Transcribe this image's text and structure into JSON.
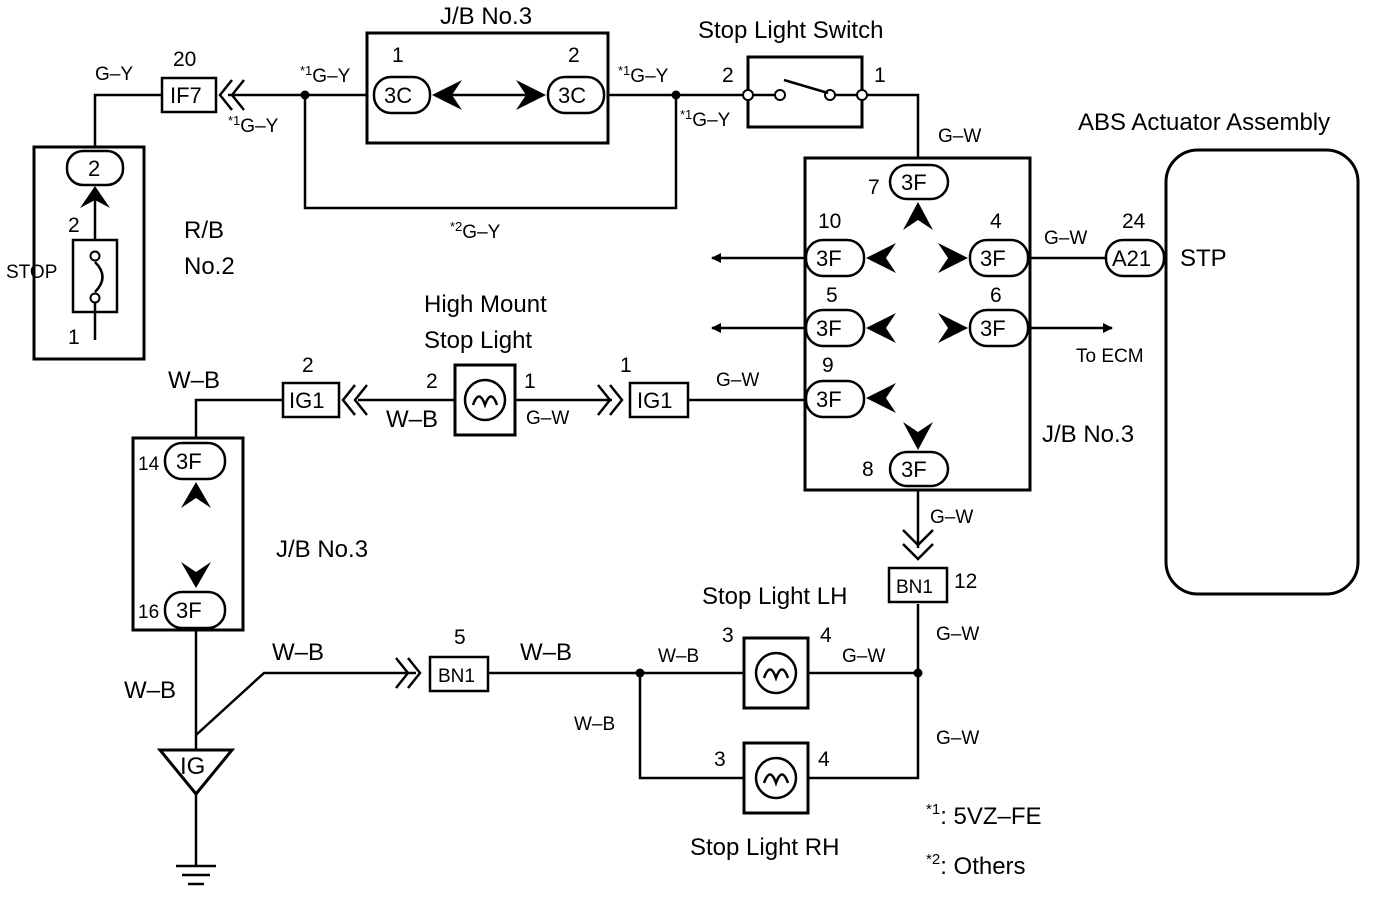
{
  "components": {
    "jb3_top": "J/B No.3",
    "stop_light_switch": "Stop Light Switch",
    "abs_actuator": "ABS Actuator Assembly",
    "abs_stp": "STP",
    "rb_line1": "R/B",
    "rb_line2": "No.2",
    "stop_fuse": "STOP",
    "high_mount_line1": "High Mount",
    "high_mount_line2": "Stop Light",
    "jb3_right": "J/B No.3",
    "jb3_left": "J/B No.3",
    "to_ecm": "To ECM",
    "stop_lh": "Stop Light LH",
    "stop_rh": "Stop Light RH",
    "ground_ig": "IG"
  },
  "connectors": {
    "if7": "IF7",
    "c3c": "3C",
    "c3f": "3F",
    "a21": "A21",
    "ig1": "IG1",
    "bn1": "BN1",
    "rb2": "2"
  },
  "pins": {
    "if7": "20",
    "c3c_left": "1",
    "c3c_right": "2",
    "sw_left": "2",
    "sw_right": "1",
    "f7": "7",
    "f10": "10",
    "f4": "4",
    "f5": "5",
    "f6": "6",
    "f9": "9",
    "f8": "8",
    "a21": "24",
    "fuse_top": "2",
    "fuse_bottom": "1",
    "ig1_left": "2",
    "hm_left": "2",
    "hm_right": "1",
    "ig1_right": "1",
    "f14": "14",
    "f16": "16",
    "bn1_left": "5",
    "bn1_right": "12",
    "lh_left": "3",
    "lh_right": "4",
    "rh_left": "3",
    "rh_right": "4"
  },
  "wires": {
    "gy": "G–Y",
    "gy1": "G–Y",
    "gy2": "G–Y",
    "gw": "G–W",
    "wb": "W–B"
  },
  "notes": {
    "star1": "*1",
    "star2": "*2",
    "note1_text": ": 5VZ–FE",
    "note2_text": ": Others"
  }
}
